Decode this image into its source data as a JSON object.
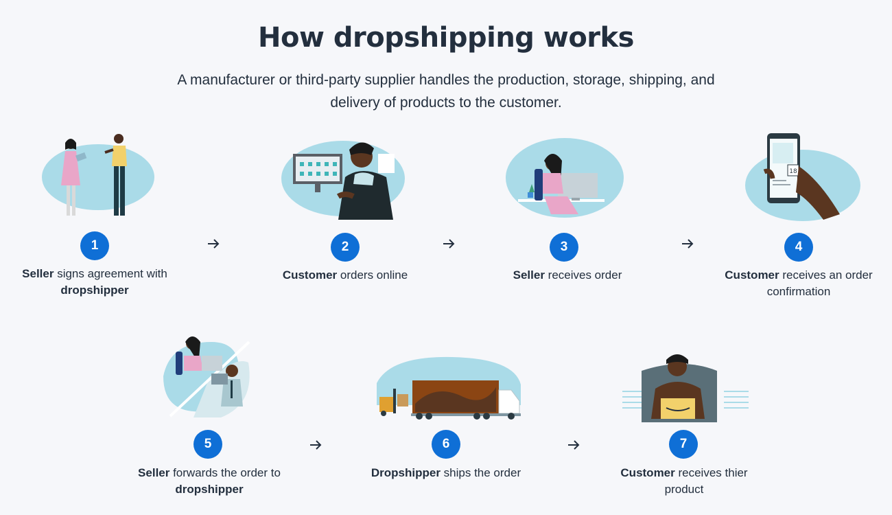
{
  "header": {
    "title": "How dropshipping works",
    "subtitle": "A manufacturer or third-party supplier handles the production, storage, shipping, and delivery of products to the customer."
  },
  "colors": {
    "badge": "#0f6fd6",
    "blob": "#aadbe8",
    "text": "#232f3e",
    "background": "#f6f7fa"
  },
  "steps": [
    {
      "number": "1",
      "actor": "Seller",
      "mid": " signs agreement with ",
      "target": "dropshipper",
      "rest": ""
    },
    {
      "number": "2",
      "actor": "Customer",
      "mid": " orders online",
      "target": "",
      "rest": ""
    },
    {
      "number": "3",
      "actor": "Seller",
      "mid": " receives order",
      "target": "",
      "rest": ""
    },
    {
      "number": "4",
      "actor": "Customer",
      "mid": " receives an order confirmation",
      "target": "",
      "rest": ""
    },
    {
      "number": "5",
      "actor": "Seller",
      "mid": " forwards the order to ",
      "target": "dropshipper",
      "rest": ""
    },
    {
      "number": "6",
      "actor": "Dropshipper",
      "mid": " ships the order",
      "target": "",
      "rest": ""
    },
    {
      "number": "7",
      "actor": "Customer",
      "mid": " receives thier product",
      "target": "",
      "rest": ""
    }
  ]
}
